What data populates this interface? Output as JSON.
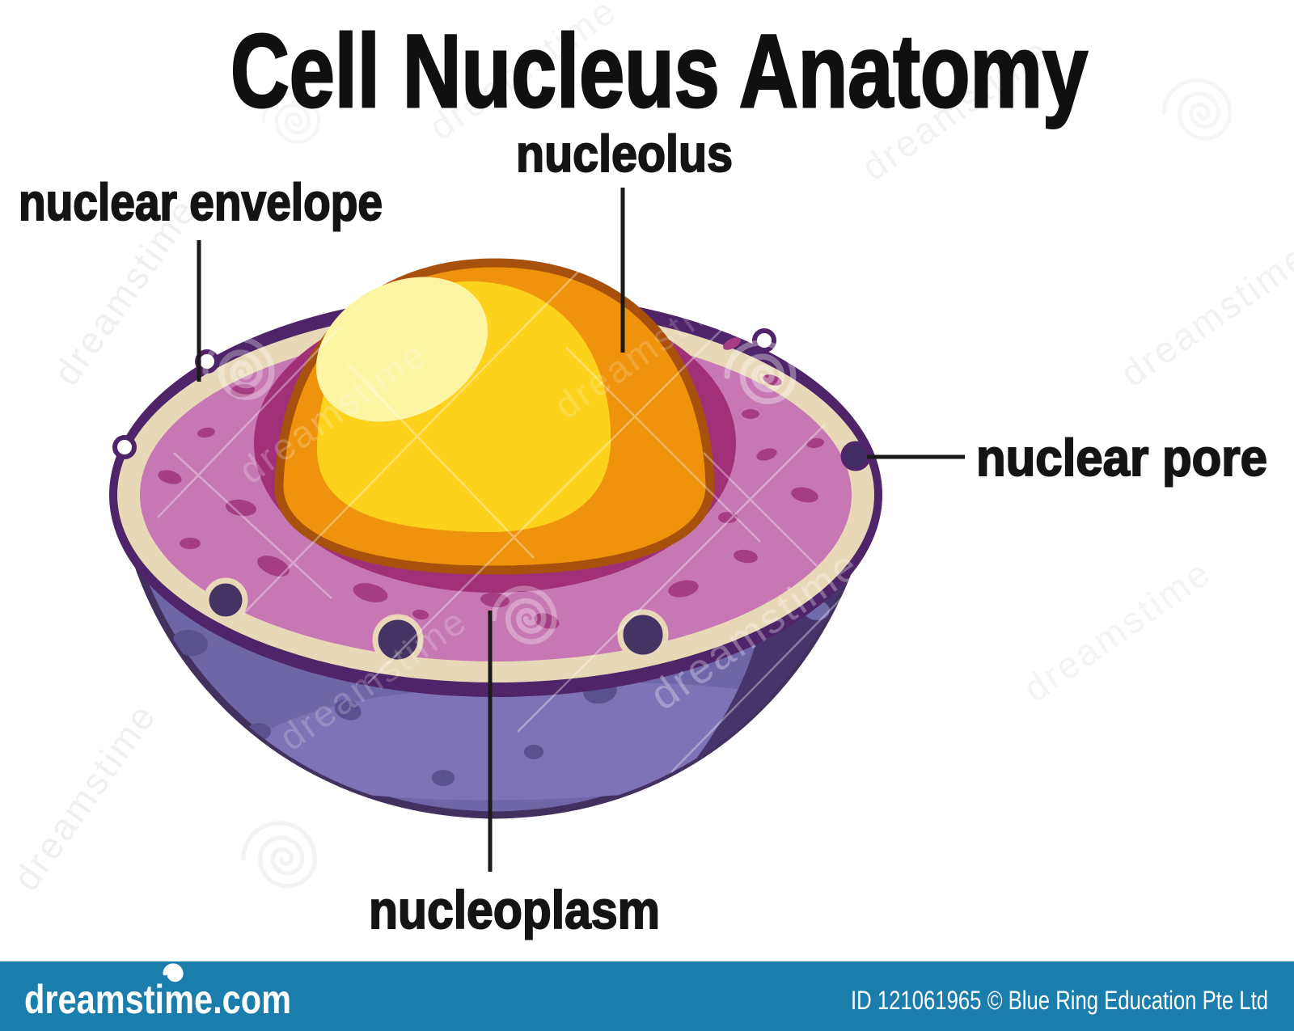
{
  "title": {
    "text": "Cell Nucleus Anatomy"
  },
  "diagram": {
    "name": "cell-nucleus-cross-section",
    "labels": {
      "nucleolus": {
        "text": "nucleolus"
      },
      "nuclear_envelope": {
        "text": "nuclear envelope"
      },
      "nuclear_pore": {
        "text": "nuclear pore"
      },
      "nucleoplasm": {
        "text": "nucleoplasm"
      }
    },
    "colors": {
      "nucleolus_outer": "#ef930c",
      "nucleolus_inner": "#fcd21d",
      "nucleolus_highlight": "#fdf4a4",
      "nucleolus_outline": "#a8510d",
      "nucleolus_shadow_ring": "#a23079",
      "nucleoplasm_pink": "#c778b4",
      "chromatin_spot": "#a53d85",
      "envelope_cream": "#e8d8b8",
      "envelope_outline": "#4f2468",
      "membrane_purple": "#6f66a8",
      "membrane_light": "#7d73b6",
      "membrane_shadow": "#45356a",
      "membrane_outline": "#42315e",
      "membrane_blob": "#5a5190"
    }
  },
  "watermark": {
    "text": "dreamstime"
  },
  "footer": {
    "bar_color": "#1a7dac",
    "site": "dreamstime.com",
    "credit": "ID 121061965 © Blue Ring Education Pte Ltd"
  }
}
